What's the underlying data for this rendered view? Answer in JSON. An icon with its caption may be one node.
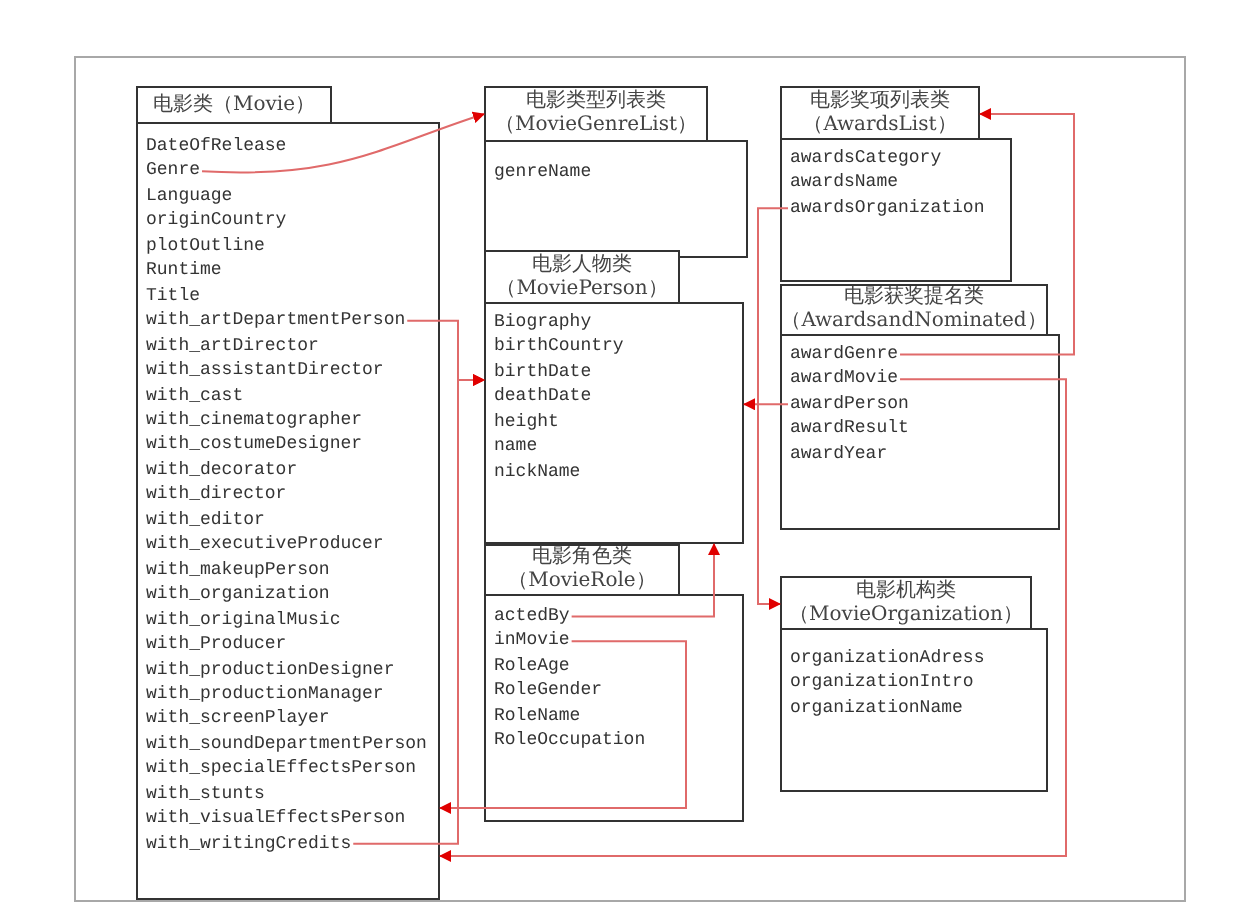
{
  "diagram": {
    "nodes": [
      {
        "text": [
          "电影类（Movie）"
        ]
      },
      {
        "text": [
          "DateOfRelease"
        ],
        "in": 0
      },
      {
        "text": [
          "Genre"
        ],
        "in": 0
      },
      {
        "text": [
          "Language"
        ],
        "in": 0
      },
      {
        "text": [
          "originCountry"
        ],
        "in": 0
      },
      {
        "text": [
          "plotOutline"
        ],
        "in": 0
      },
      {
        "text": [
          "Runtime"
        ],
        "in": 0
      },
      {
        "text": [
          "Title"
        ],
        "in": 0
      },
      {
        "text": [
          "with_artDepartmentPerson"
        ],
        "in": 0
      },
      {
        "text": [
          "with_artDirector"
        ],
        "in": 0
      },
      {
        "text": [
          "with_assistantDirector"
        ],
        "in": 0
      },
      {
        "text": [
          "with_cast"
        ],
        "in": 0
      },
      {
        "text": [
          "with_cinematographer"
        ],
        "in": 0
      },
      {
        "text": [
          "with_costumeDesigner"
        ],
        "in": 0
      },
      {
        "text": [
          "with_decorator"
        ],
        "in": 0
      },
      {
        "text": [
          "with_director"
        ],
        "in": 0
      },
      {
        "text": [
          "with_editor"
        ],
        "in": 0
      },
      {
        "text": [
          "with_executiveProducer"
        ],
        "in": 0
      },
      {
        "text": [
          "with_makeupPerson"
        ],
        "in": 0
      },
      {
        "text": [
          "with_organization"
        ],
        "in": 0
      },
      {
        "text": [
          "with_originalMusic"
        ],
        "in": 0
      },
      {
        "text": [
          "with_Producer"
        ],
        "in": 0
      },
      {
        "text": [
          "with_productionDesigner"
        ],
        "in": 0
      },
      {
        "text": [
          "with_productionManager"
        ],
        "in": 0
      },
      {
        "text": [
          "with_screenPlayer"
        ],
        "in": 0
      },
      {
        "text": [
          "with_soundDepartmentPerson"
        ],
        "in": 0
      },
      {
        "text": [
          "with_specialEffectsPerson"
        ],
        "in": 0
      },
      {
        "text": [
          "with_stunts"
        ],
        "in": 0
      },
      {
        "text": [
          "with_visualEffectsPerson"
        ],
        "in": 0
      },
      {
        "text": [
          "with_writingCredits"
        ],
        "in": 0
      },
      {
        "text": [
          "电影类型列表类（MovieGenreList）"
        ]
      },
      {
        "text": [
          "genreName"
        ],
        "in": 30
      },
      {
        "text": [
          "电影人物类（MoviePerson）"
        ]
      },
      {
        "text": [
          "Biography"
        ],
        "in": 32
      },
      {
        "text": [
          "birthCountry"
        ],
        "in": 32
      },
      {
        "text": [
          "birthDate"
        ],
        "in": 32
      },
      {
        "text": [
          "deathDate"
        ],
        "in": 32
      },
      {
        "text": [
          "height"
        ],
        "in": 32
      },
      {
        "text": [
          "name"
        ],
        "in": 32
      },
      {
        "text": [
          "nickName"
        ],
        "in": 32
      },
      {
        "text": [
          "电影角色类（MovieRole）"
        ]
      },
      {
        "text": [
          "actedBy"
        ],
        "in": 40
      },
      {
        "text": [
          "inMovie"
        ],
        "in": 40
      },
      {
        "text": [
          "RoleAge"
        ],
        "in": 40
      },
      {
        "text": [
          "RoleGender"
        ],
        "in": 40
      },
      {
        "text": [
          "RoleName"
        ],
        "in": 40
      },
      {
        "text": [
          "RoleOccupation"
        ],
        "in": 40
      },
      {
        "text": [
          "电影奖项列表类（AwardsList）"
        ]
      },
      {
        "text": [
          "awardsCategory"
        ],
        "in": 47
      },
      {
        "text": [
          "awardsName"
        ],
        "in": 47
      },
      {
        "text": [
          "awardsOrganization"
        ],
        "in": 47
      },
      {
        "text": [
          "电影获奖提名类（AwardsandNominated）"
        ]
      },
      {
        "text": [
          "awardGenre"
        ],
        "in": 51
      },
      {
        "text": [
          "awardMovie"
        ],
        "in": 51
      },
      {
        "text": [
          "awardPerson"
        ],
        "in": 51
      },
      {
        "text": [
          "awardResult"
        ],
        "in": 51
      },
      {
        "text": [
          "awardYear"
        ],
        "in": 51
      },
      {
        "text": [
          "电影机构类（MovieOrganization）"
        ]
      },
      {
        "text": [
          "organizationAdress"
        ],
        "in": 57
      },
      {
        "text": [
          "organizationIntro"
        ],
        "in": 57
      },
      {
        "text": [
          "organizationName"
        ],
        "in": 57
      }
    ],
    "edges": [
      {
        "from": 2,
        "to": 30,
        "arrow": "to"
      },
      {
        "from": 8,
        "to": 32,
        "arrow": "to"
      },
      {
        "from": 29,
        "to": 32,
        "arrow": "to"
      },
      {
        "from": 41,
        "to": 32,
        "arrow": "to"
      },
      {
        "from": 42,
        "to": 0,
        "arrow": "to"
      },
      {
        "from": 52,
        "to": 47,
        "arrow": "to"
      },
      {
        "from": 53,
        "to": 0,
        "arrow": "to"
      },
      {
        "from": 54,
        "to": 32,
        "arrow": "to"
      },
      {
        "from": 50,
        "to": 57,
        "arrow": "to"
      }
    ]
  }
}
